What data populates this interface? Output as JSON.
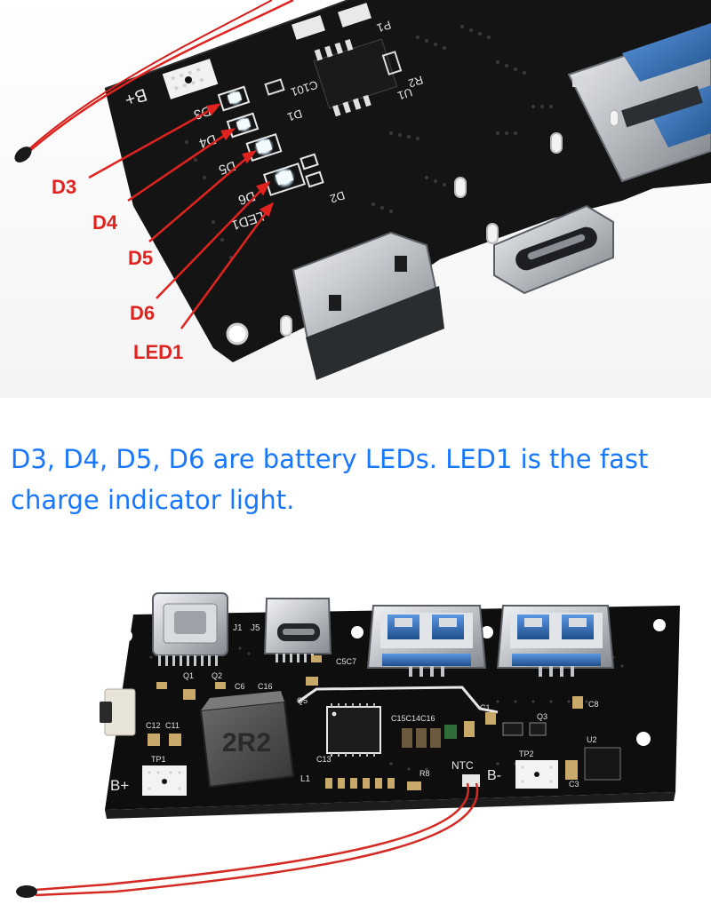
{
  "top_photo": {
    "callouts": [
      "D3",
      "D4",
      "D5",
      "D6",
      "LED1"
    ],
    "silkscreen": {
      "b_plus": "B+",
      "d1": "D1",
      "d2": "D2",
      "d3": "D3",
      "d4": "D4",
      "d5": "D5",
      "d6": "D6",
      "led1": "LED1",
      "c101": "C101",
      "u1": "U1",
      "r2": "R2",
      "p1": "P1"
    },
    "colors": {
      "callout": "#e0231f",
      "wire": "#e0231f",
      "board": "#121212",
      "led": "#f4fbff"
    }
  },
  "caption": {
    "line1": "D3, D4, D5, D6 are battery LEDs. LED1 is the fast",
    "line2": "charge indicator light.",
    "color": "#1877ff"
  },
  "bottom_photo": {
    "silkscreen": {
      "j1": "J1",
      "j5": "J5",
      "c5c7": "C5C7",
      "q1": "Q1",
      "q2": "Q2",
      "c6": "C6",
      "c16": "C16",
      "q5": "Q5",
      "c12": "C12",
      "c11": "C11",
      "c13": "C13",
      "tp1": "TP1",
      "b_plus": "B+",
      "inductor_value": "2R2",
      "l1": "L1",
      "c15c14c16": "C15C14C16",
      "ntc": "NTC",
      "b_minus": "B-",
      "tp2": "TP2",
      "r8": "R8",
      "u2": "U2",
      "c8": "C8",
      "c3": "C3",
      "c1": "C1",
      "q3": "Q3"
    },
    "colors": {
      "board": "#0e0e0e",
      "usb_blue": "#2f6fc0",
      "metal": "#c9ccd0",
      "inductor": "#4a4a4a",
      "wire": "#d42a23"
    }
  }
}
